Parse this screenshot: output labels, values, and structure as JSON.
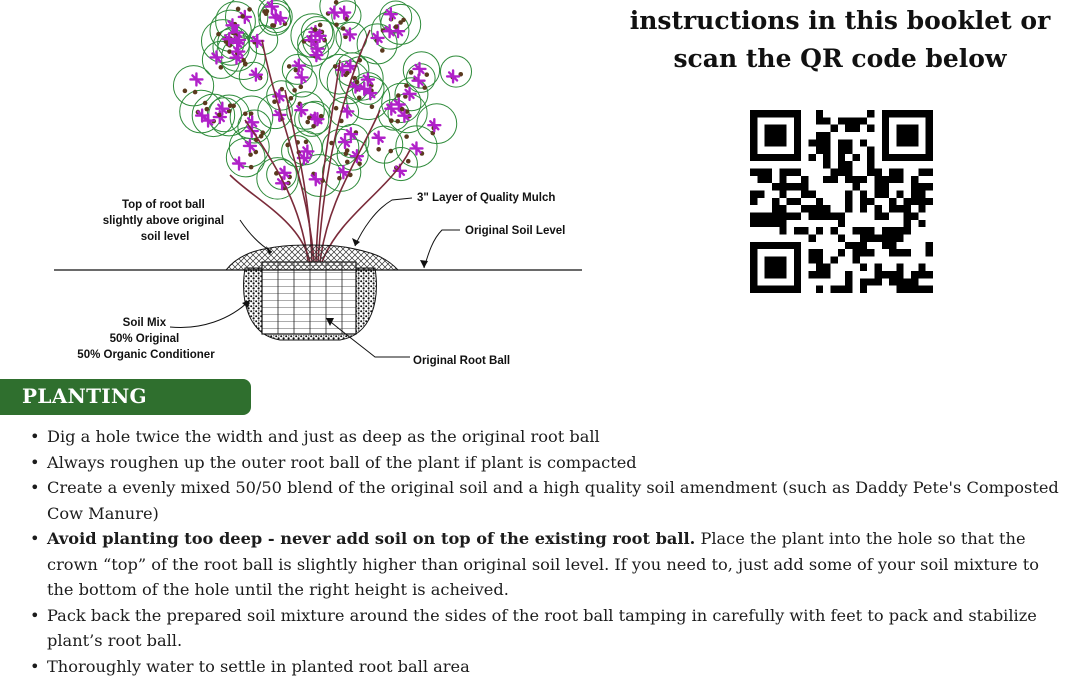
{
  "qr_section": {
    "heading_lines": [
      "instructions in this booklet or",
      "scan the QR code below"
    ]
  },
  "diagram": {
    "labels": {
      "top_of_root_ball": [
        "Top of root ball",
        "slightly above original",
        "soil level"
      ],
      "mulch": "3\" Layer of Quality Mulch",
      "original_soil_level": "Original Soil Level",
      "soil_mix": [
        "Soil Mix",
        "50% Original",
        "50% Organic Conditioner"
      ],
      "original_root_ball": "Original Root Ball"
    }
  },
  "section": {
    "title": "PLANTING",
    "color": "#2f6f2e"
  },
  "instructions": [
    {
      "bold": "",
      "text": "Dig a hole twice the width and just as deep as the original root ball"
    },
    {
      "bold": "",
      "text": "Always roughen up the outer root ball of the plant if plant is compacted"
    },
    {
      "bold": "",
      "text": "Create a evenly mixed 50/50 blend of the original soil and a high quality soil amendment (such as Daddy Pete's Composted Cow Manure)"
    },
    {
      "bold": "Avoid planting too deep - never add soil on top of the existing root ball.",
      "text": " Place the plant into the hole so that the crown “top” of the root ball is slightly higher than original soil level. If you need to, just add some of your soil mixture to the bottom of the hole until the right height is acheived."
    },
    {
      "bold": "",
      "text": "Pack back the prepared soil mixture around the sides of the root ball tamping in carefully with feet to pack and stabilize plant’s root ball."
    },
    {
      "bold": "",
      "text": "Thoroughly water to settle in planted root ball area"
    }
  ]
}
